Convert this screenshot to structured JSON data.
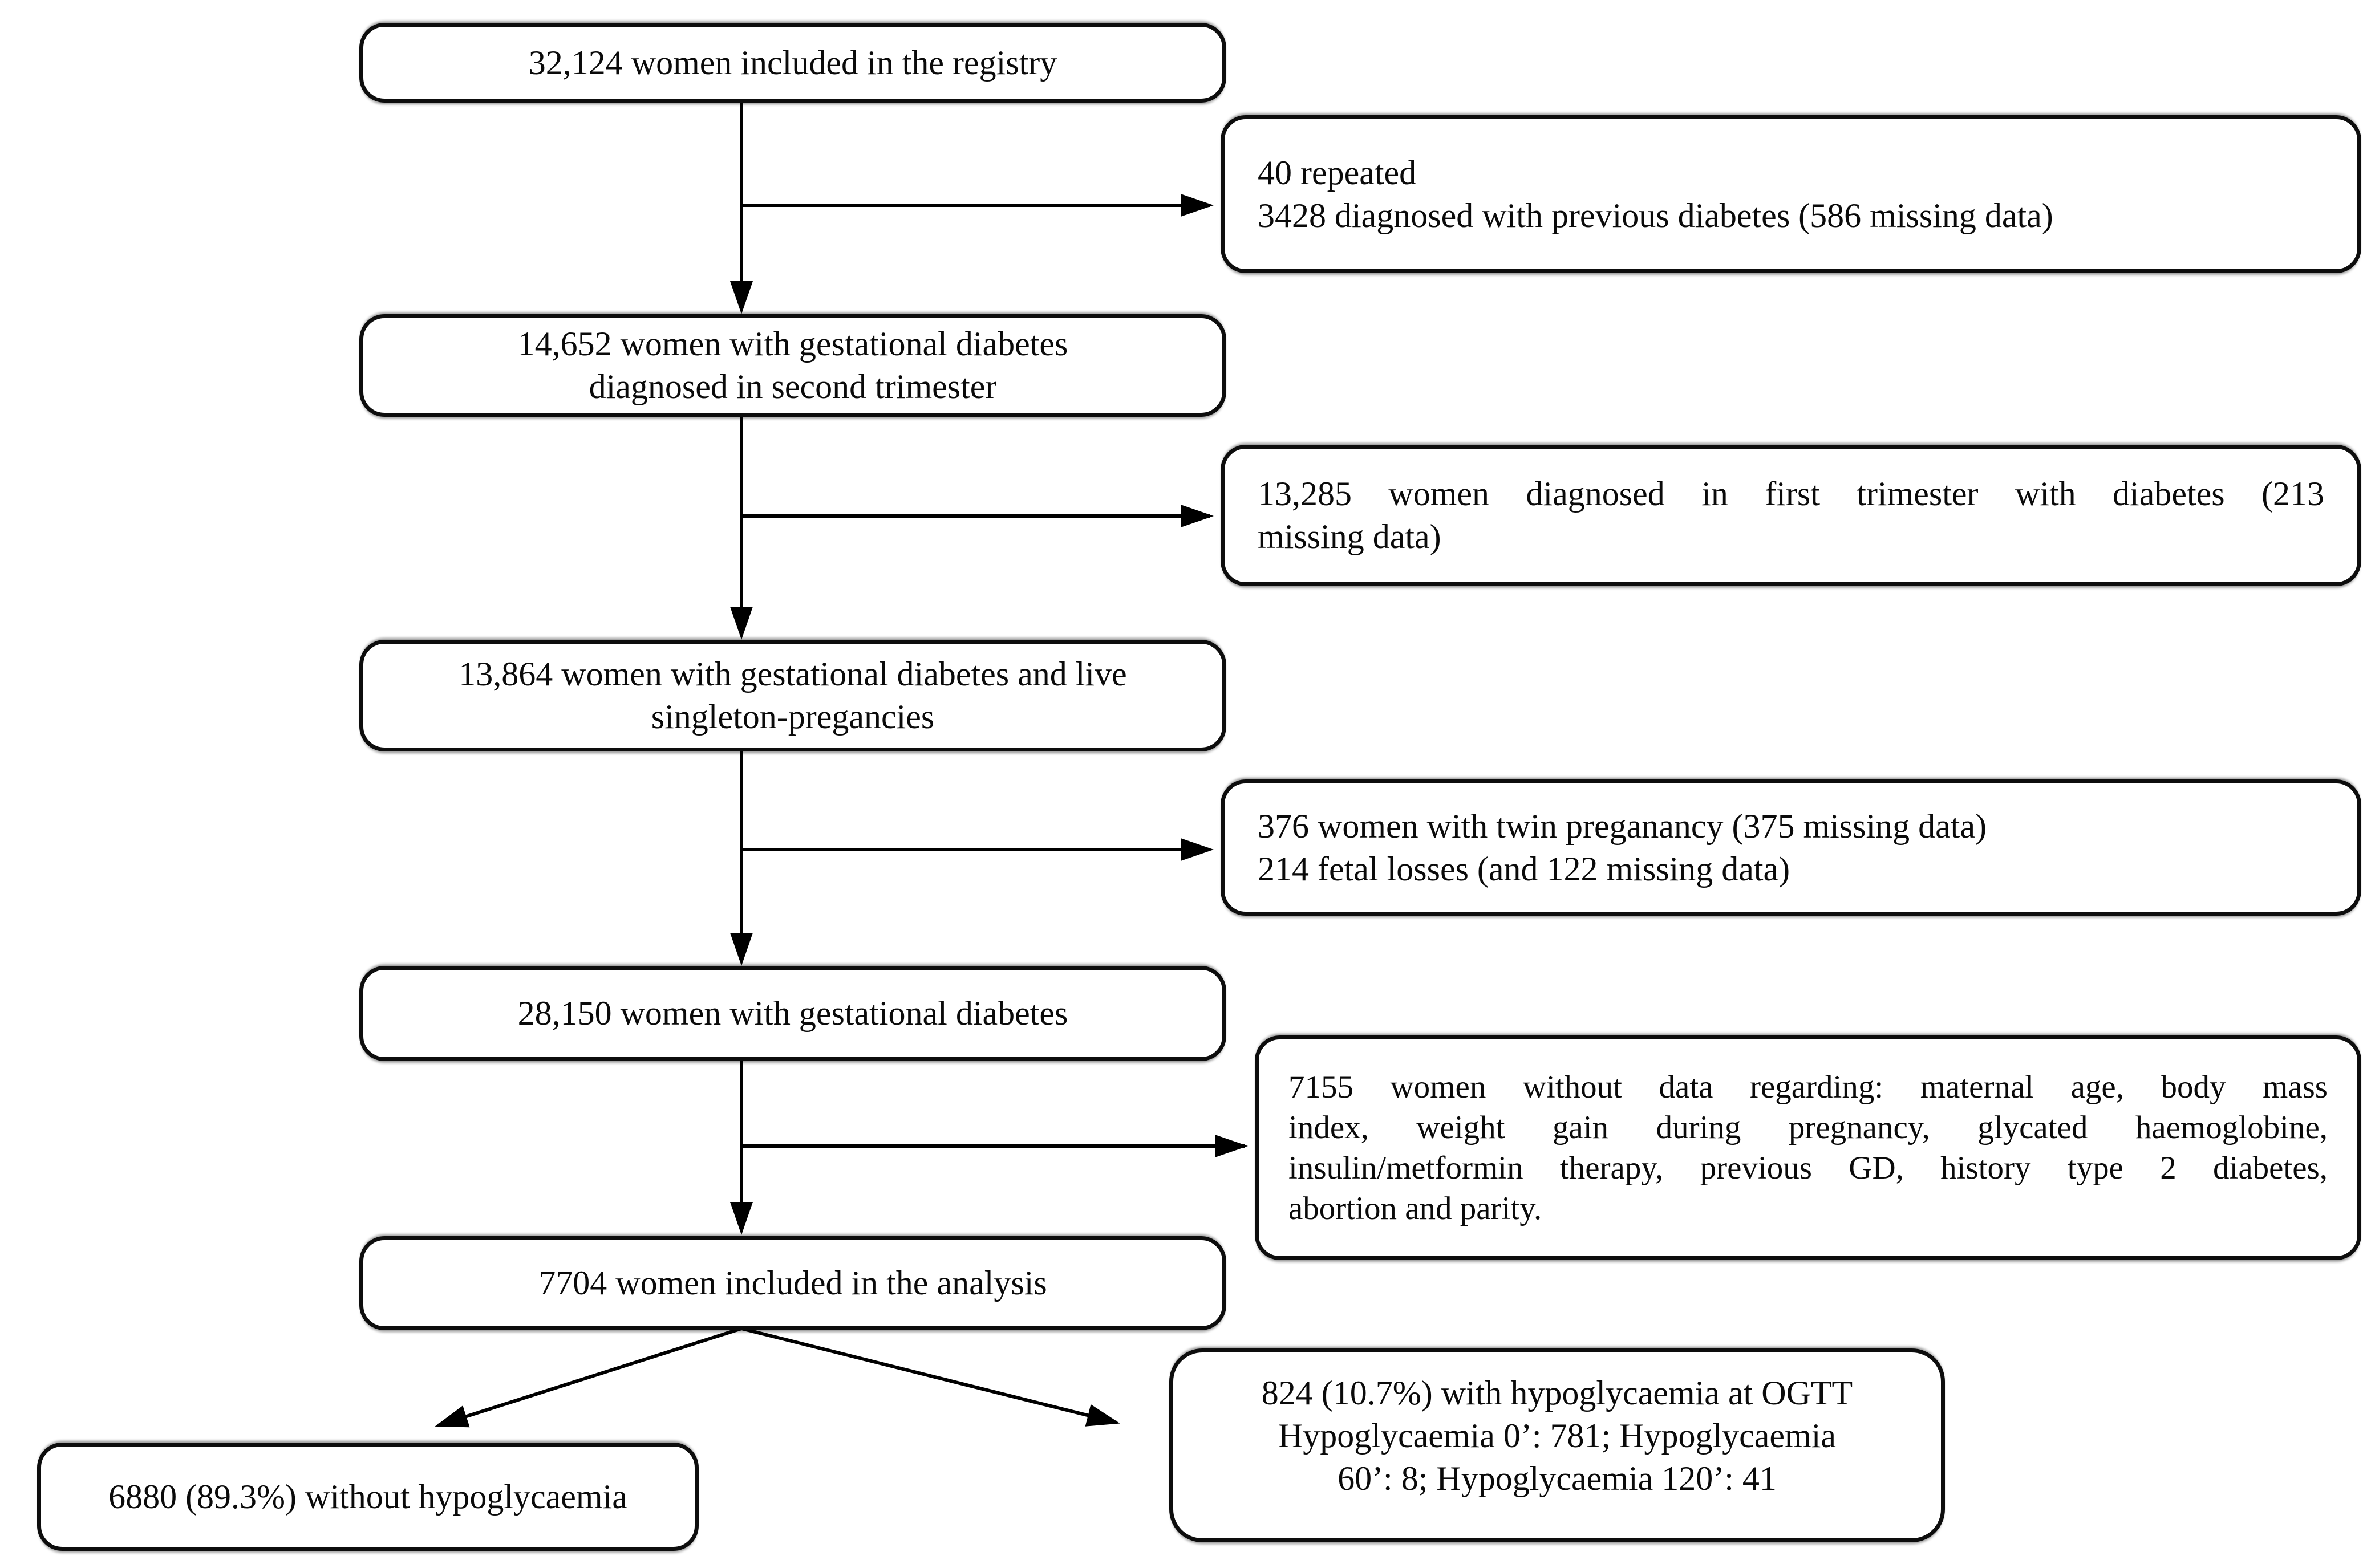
{
  "figure": {
    "background_color": "#ffffff",
    "line_color": "#000000",
    "main_flow": [
      {
        "id": "registry",
        "lines": [
          "32,124 women included in the registry"
        ]
      },
      {
        "id": "second-trimester",
        "lines": [
          "14,652 women with gestational diabetes",
          "diagnosed in second trimester"
        ]
      },
      {
        "id": "singleton",
        "lines": [
          "13,864 women with gestational diabetes and live",
          "singleton-pregancies"
        ]
      },
      {
        "id": "gestational",
        "lines": [
          "28,150 women with gestational diabetes"
        ]
      },
      {
        "id": "analysis",
        "lines": [
          "7704 women included in the analysis"
        ]
      }
    ],
    "exclusion_boxes": [
      {
        "id": "repeated-previous-diabetes",
        "lines": [
          "40 repeated",
          "3428 diagnosed with previous diabetes (586 missing data)"
        ]
      },
      {
        "id": "first-trimester",
        "lines": [
          "13,285 women diagnosed in first trimester with diabetes (213",
          "missing data)"
        ]
      },
      {
        "id": "twin-fetal-losses",
        "lines": [
          "376 women with twin preganancy (375 missing data)",
          "214 fetal losses (and 122 missing data)"
        ]
      },
      {
        "id": "missing-covariates",
        "lines": [
          "7155 women without data regarding: maternal age, body mass",
          "index, weight gain during pregnancy, glycated haemoglobine,",
          "insulin/metformin therapy, previous GD, history type 2 diabetes,",
          "abortion and parity."
        ]
      }
    ],
    "outcome_boxes": [
      {
        "id": "without-hypoglycaemia",
        "lines": [
          "6880 (89.3%) without hypoglycaemia"
        ]
      },
      {
        "id": "with-hypoglycaemia",
        "lines": [
          "824 (10.7%) with hypoglycaemia at OGTT",
          "Hypoglycaemia 0’: 781; Hypoglycaemia",
          "60’: 8; Hypoglycaemia 120’: 41"
        ]
      }
    ]
  }
}
